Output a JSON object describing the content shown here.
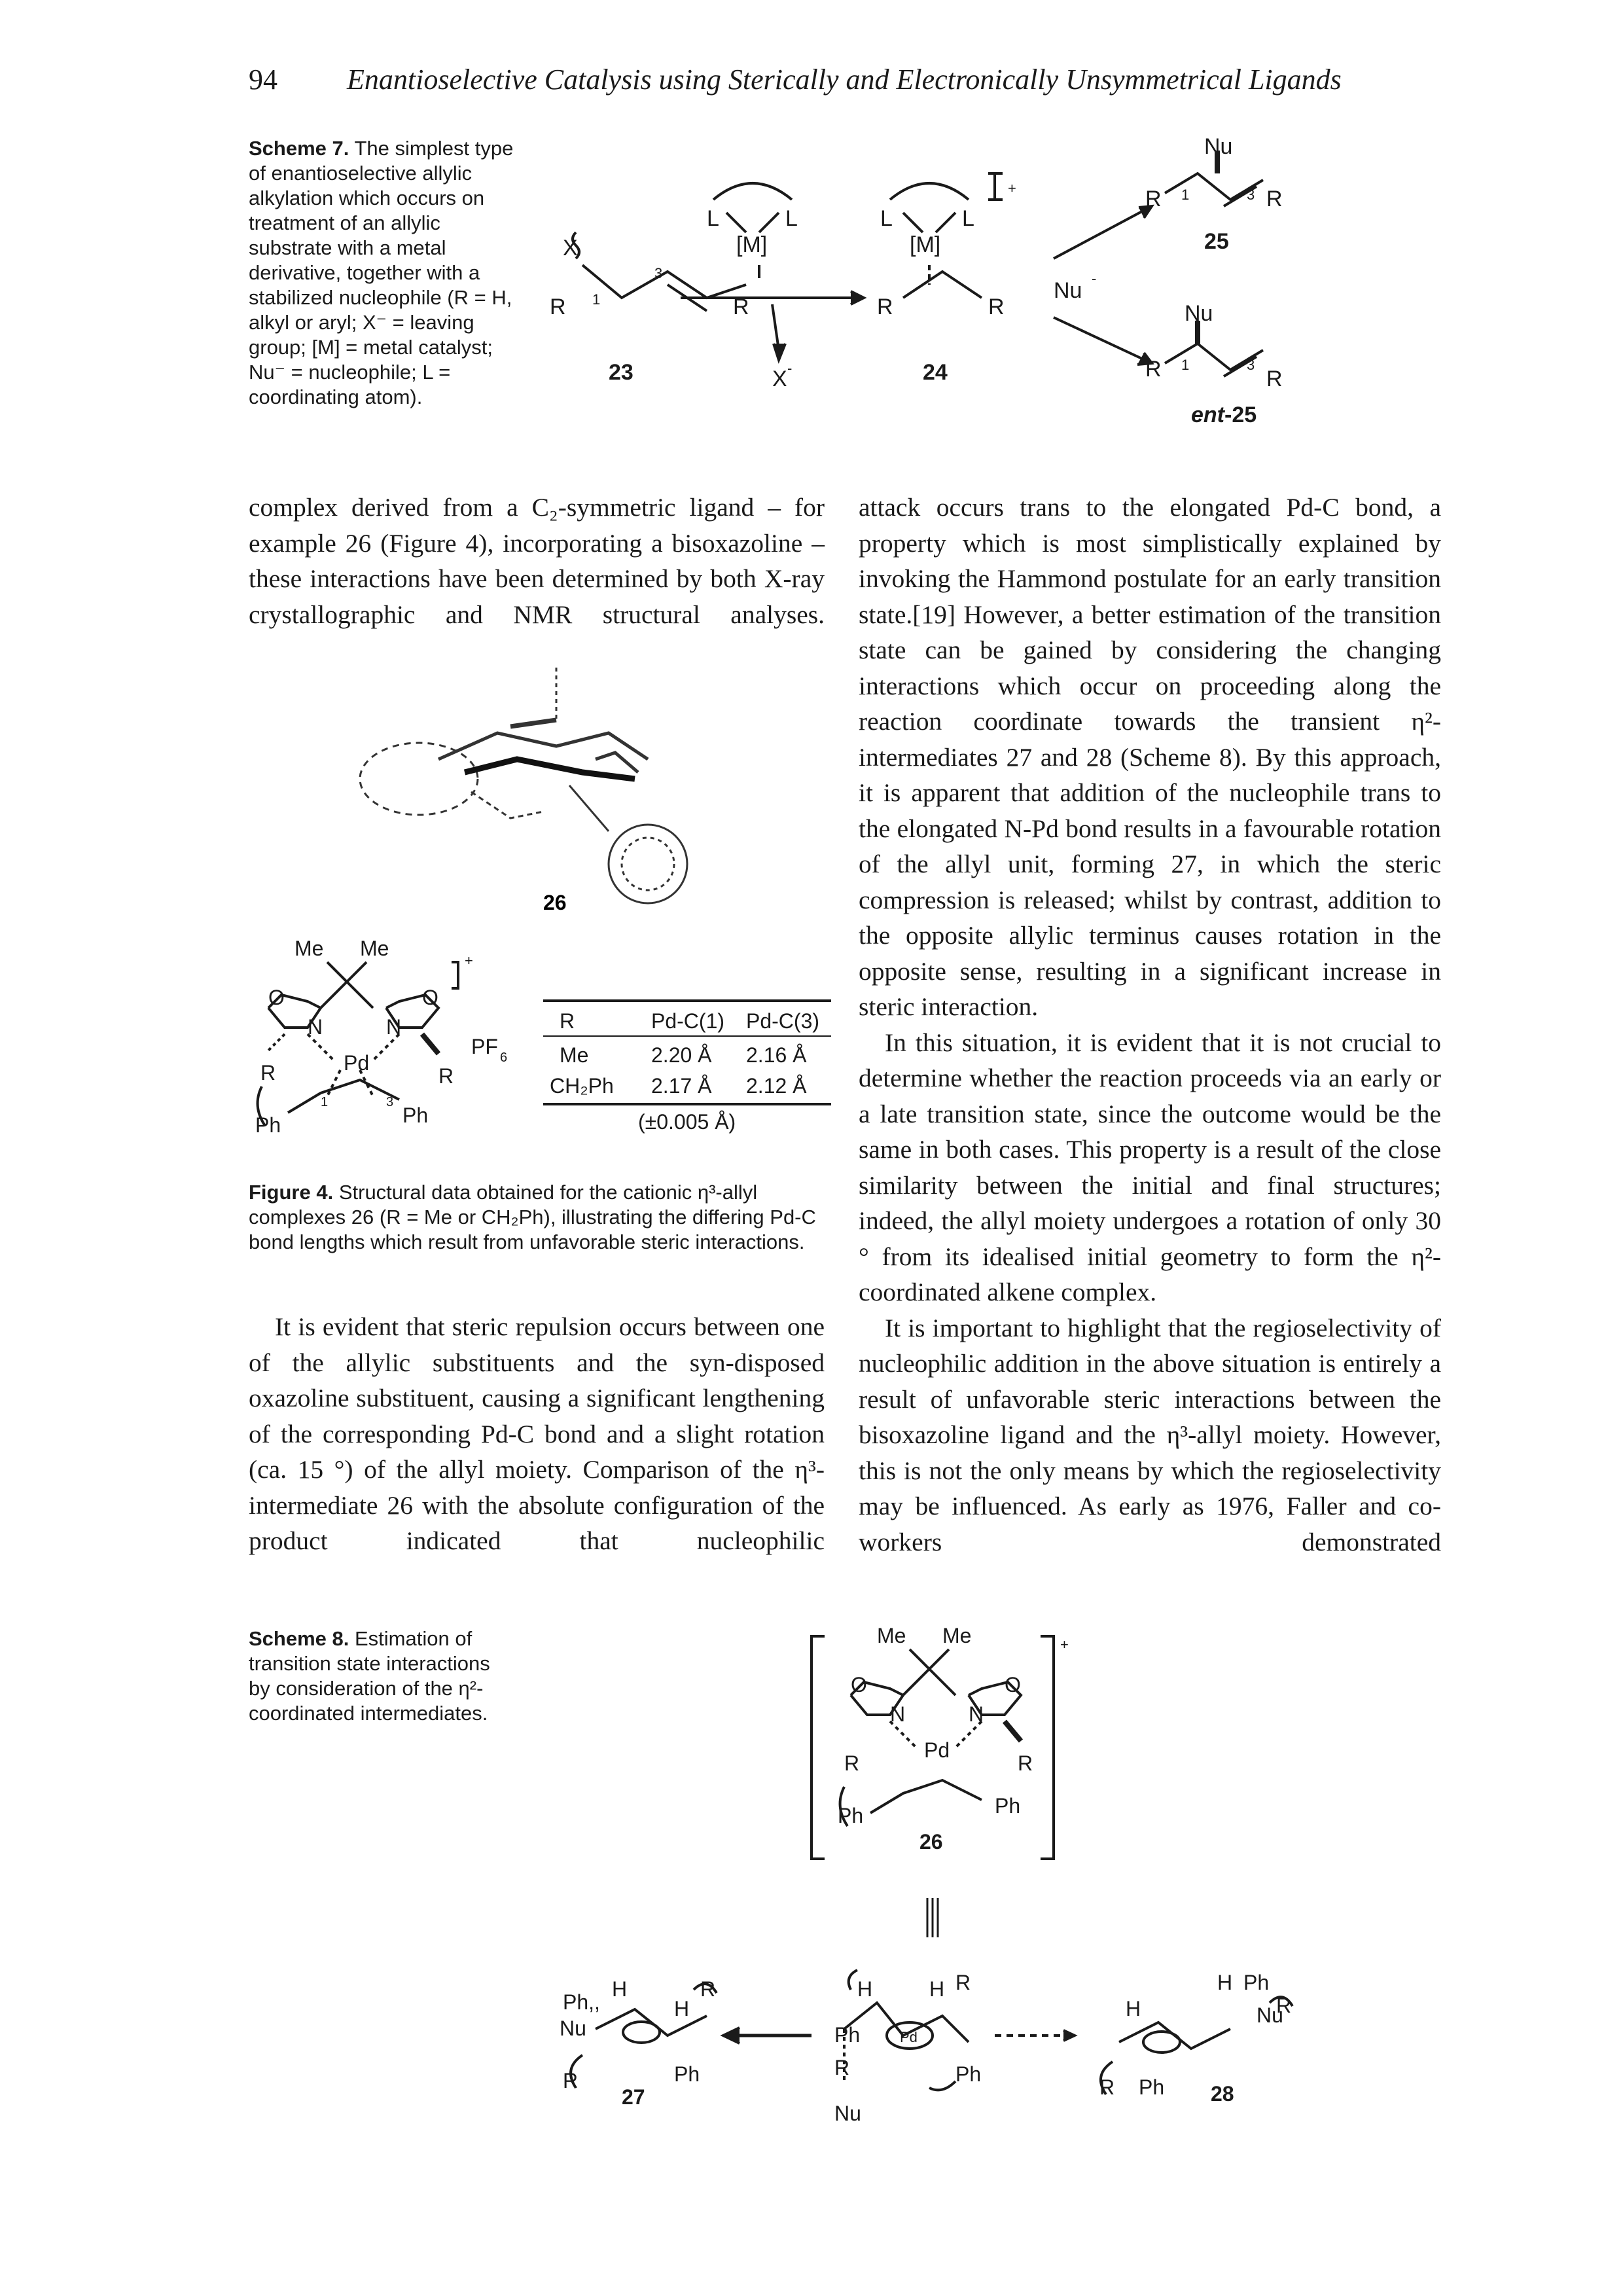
{
  "header": {
    "page_number": "94",
    "running_title": "Enantioselective Catalysis using Sterically and Electronically Unsymmetrical Ligands"
  },
  "scheme7": {
    "caption_label": "Scheme 7.",
    "caption_text": "The simplest type of enantioselective allylic alkylation which occurs on treatment of an allylic substrate with a metal derivative, together with a stabilized nucleophile (R = H, alkyl or aryl; X⁻ = leaving group; [M] = metal catalyst; Nu⁻ = nucleophile; L = coordinating atom).",
    "labels": {
      "X": "X",
      "R": "R",
      "one": "1",
      "three": "3",
      "L": "L",
      "M": "[M]",
      "plus": "+",
      "Xminus": "X",
      "minus": "-",
      "Numinus": "Nu",
      "Nu": "Nu",
      "c23": "23",
      "c24": "24",
      "c25": "25",
      "ent": "ent",
      "c25b": "-25"
    }
  },
  "col_left_1": "complex derived from a C₂-symmetric ligand – for example 26 (Figure 4), incorporating a bisoxazoline – these interactions have been determined by both X-ray crystallographic and NMR structural analyses.",
  "figure4": {
    "compound": "26",
    "struct_labels": {
      "Me1": "Me",
      "Me2": "Me",
      "O": "O",
      "N": "N",
      "Pd": "Pd",
      "R": "R",
      "Ph": "Ph",
      "PF6": "PF",
      "six": "6",
      "plus": "+",
      "one": "1",
      "three": "3"
    },
    "table": {
      "headers": [
        "R",
        "Pd-C(1)",
        "Pd-C(3)"
      ],
      "rows": [
        [
          "Me",
          "2.20 Å",
          "2.16 Å"
        ],
        [
          "CH₂Ph",
          "2.17 Å",
          "2.12 Å"
        ]
      ],
      "note": "(±0.005 Å)"
    },
    "caption_label": "Figure 4.",
    "caption_text": "Structural data obtained for the cationic η³-allyl complexes 26 (R = Me or CH₂Ph), illustrating the differing Pd-C bond lengths which result from unfavorable steric interactions."
  },
  "col_left_2": "It is evident that steric repulsion occurs between one of the allylic substituents and the syn-disposed oxazoline substituent, causing a significant lengthening of the corresponding Pd-C bond and a slight rotation (ca. 15 °) of the allyl moiety. Comparison of the η³-intermediate 26 with the absolute configuration of the product indicated that nucleophilic",
  "col_right_1": "attack occurs trans to the elongated Pd-C bond, a property which is most simplistically explained by invoking the Hammond postulate for an early transition state.[19] However, a better estimation of the transition state can be gained by considering the changing interactions which occur on proceeding along the reaction coordinate towards the transient η²-intermediates 27 and 28 (Scheme 8). By this approach, it is apparent that addition of the nucleophile trans to the elongated N-Pd bond results in a favourable rotation of the allyl unit, forming 27, in which the steric compression is released; whilst by contrast, addition to the opposite allylic terminus causes rotation in the opposite sense, resulting in a significant increase in steric interaction.",
  "col_right_2": "In this situation, it is evident that it is not crucial to determine whether the reaction proceeds via an early or a late transition state, since the outcome would be the same in both cases. This property is a result of the close similarity between the initial and final structures; indeed, the allyl moiety undergoes a rotation of only 30 ° from its idealised initial geometry to form the η²-coordinated alkene complex.",
  "col_right_3": "It is important to highlight that the regioselectivity of nucleophilic addition in the above situation is entirely a result of unfavorable steric interactions between the bisoxazoline ligand and the η³-allyl moiety. However, this is not the only means by which the regioselectivity may be influenced. As early as 1976, Faller and co-workers demonstrated",
  "scheme8": {
    "caption_label": "Scheme 8.",
    "caption_text": "Estimation of transition state interactions by consideration of the η²-coordinated intermediates.",
    "labels": {
      "Me1": "Me",
      "Me2": "Me",
      "O": "O",
      "N": "N",
      "Pd": "Pd",
      "R": "R",
      "Ph": "Ph",
      "plus": "+",
      "c26": "26",
      "H": "H",
      "Nu": "Nu",
      "c27": "27",
      "c28": "28",
      "PhNu": "Ph,,",
      "equiv": "|||"
    }
  }
}
